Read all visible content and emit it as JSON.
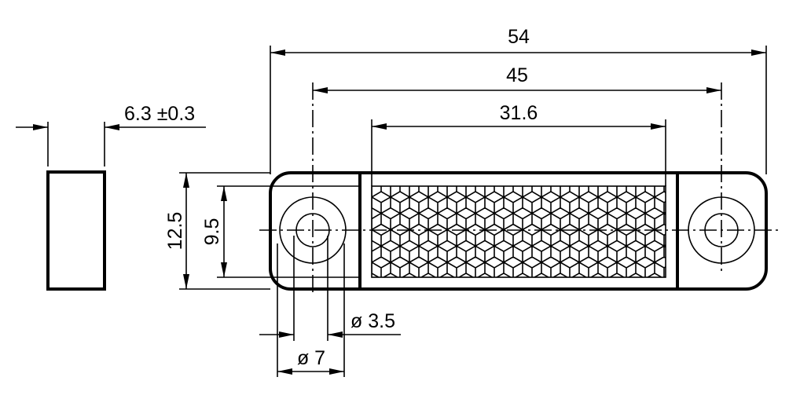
{
  "drawing": {
    "units": "mm",
    "dimensions": {
      "overall_length": "54",
      "hole_spacing": "45",
      "reflector_length": "31.6",
      "thickness": "6.3 ±0.3",
      "overall_height": "12.5",
      "inner_height": "9.5",
      "hole_diameter": "ø 3.5",
      "counterbore_diameter": "ø 7"
    }
  }
}
